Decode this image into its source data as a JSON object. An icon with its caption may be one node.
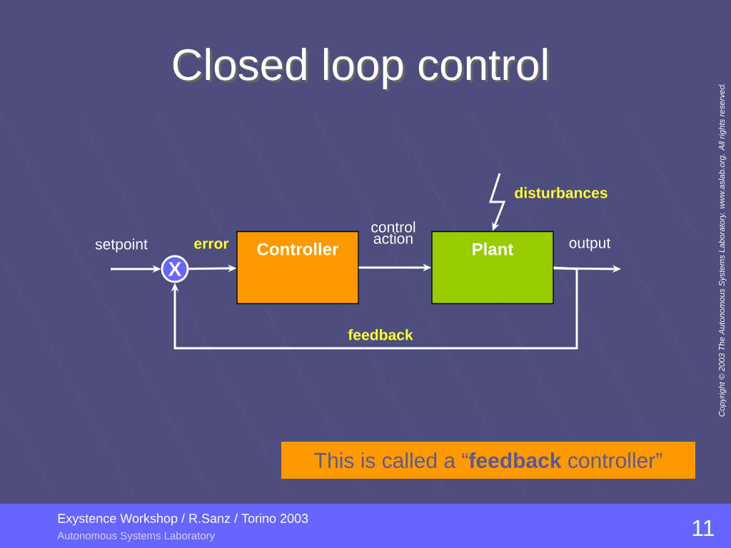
{
  "diagram": {
    "title": "Closed loop control",
    "nodes": [
      {
        "text": [
          "X"
        ]
      },
      {
        "text": [
          "Controller"
        ]
      },
      {
        "text": [
          "Plant"
        ]
      },
      {
        "text": [
          "This is called a “**feedback** controller”"
        ]
      }
    ],
    "edges": [
      {
        "from": null,
        "to": 0,
        "arrow": "to",
        "label": "setpoint"
      },
      {
        "from": 0,
        "to": 1,
        "arrow": "to",
        "label": "error"
      },
      {
        "from": 1,
        "to": 2,
        "arrow": "to",
        "label": "control action"
      },
      {
        "from": 2,
        "to": null,
        "arrow": "to",
        "label": "output"
      },
      {
        "from": 2,
        "to": 0,
        "arrow": "to",
        "label": "feedback"
      },
      {
        "from": null,
        "to": 2,
        "arrow": "to",
        "label": "disturbances"
      }
    ],
    "labels": [
      "Copyright © 2003 The Autonomous Systems Laboratory. www.aslab.org. All rights reserved.",
      "Exystence Workshop / R.Sanz / Torino 2003",
      "Autonomous Systems Laboratory",
      "11"
    ]
  }
}
